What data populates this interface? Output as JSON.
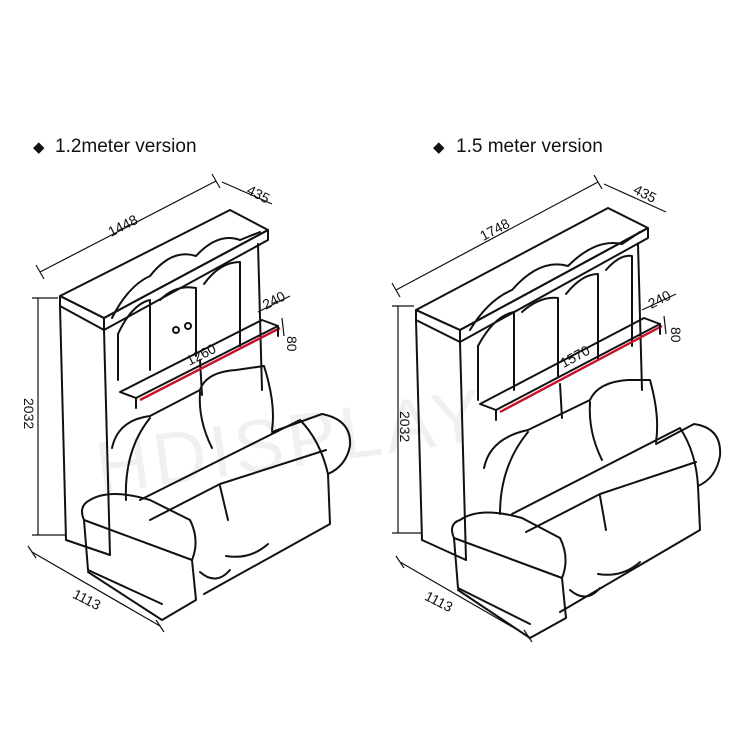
{
  "watermark": "HDISPLAY",
  "versions": [
    {
      "bullet": "◆",
      "caption": "1.2meter version",
      "dims": {
        "width": "1448",
        "depth": "435",
        "shelf_depth": "240",
        "shelf_thickness": "80",
        "shelf_length": "1260",
        "height": "2032",
        "sofa_depth": "1113"
      }
    },
    {
      "bullet": "◆",
      "caption": "1.5 meter version",
      "dims": {
        "width": "1748",
        "depth": "435",
        "shelf_depth": "240",
        "shelf_thickness": "80",
        "shelf_length": "1570",
        "height": "2032",
        "sofa_depth": "1113"
      }
    }
  ],
  "colors": {
    "line": "#111111",
    "shelf_edge": "#c8102e"
  }
}
